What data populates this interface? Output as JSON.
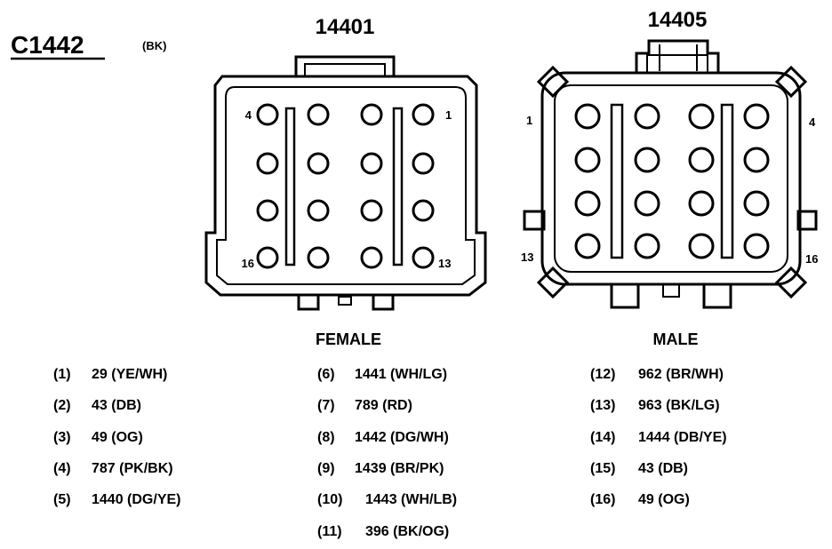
{
  "connector_id": "C1442",
  "connector_color": "(BK)",
  "female": {
    "part_number": "14401",
    "label": "FEMALE",
    "pin_labels": {
      "top_left": "4",
      "top_right": "1",
      "bottom_left": "16",
      "bottom_right": "13"
    }
  },
  "male": {
    "part_number": "14405",
    "label": "MALE",
    "pin_labels": {
      "top_left": "1",
      "top_right": "4",
      "bottom_left": "13",
      "bottom_right": "16"
    }
  },
  "pins": [
    {
      "num": "(1)",
      "circuit": "29 (YE/WH)"
    },
    {
      "num": "(2)",
      "circuit": "43 (DB)"
    },
    {
      "num": "(3)",
      "circuit": "49 (OG)"
    },
    {
      "num": "(4)",
      "circuit": "787 (PK/BK)"
    },
    {
      "num": "(5)",
      "circuit": "1440 (DG/YE)"
    },
    {
      "num": "(6)",
      "circuit": "1441 (WH/LG)"
    },
    {
      "num": "(7)",
      "circuit": "789 (RD)"
    },
    {
      "num": "(8)",
      "circuit": "1442 (DG/WH)"
    },
    {
      "num": "(9)",
      "circuit": "1439 (BR/PK)"
    },
    {
      "num": "(10)",
      "circuit": "1443 (WH/LB)"
    },
    {
      "num": "(11)",
      "circuit": "396 (BK/OG)"
    },
    {
      "num": "(12)",
      "circuit": "962 (BR/WH)"
    },
    {
      "num": "(13)",
      "circuit": "963 (BK/LG)"
    },
    {
      "num": "(14)",
      "circuit": "1444 (DB/YE)"
    },
    {
      "num": "(15)",
      "circuit": "43 (DB)"
    },
    {
      "num": "(16)",
      "circuit": "49 (OG)"
    }
  ]
}
